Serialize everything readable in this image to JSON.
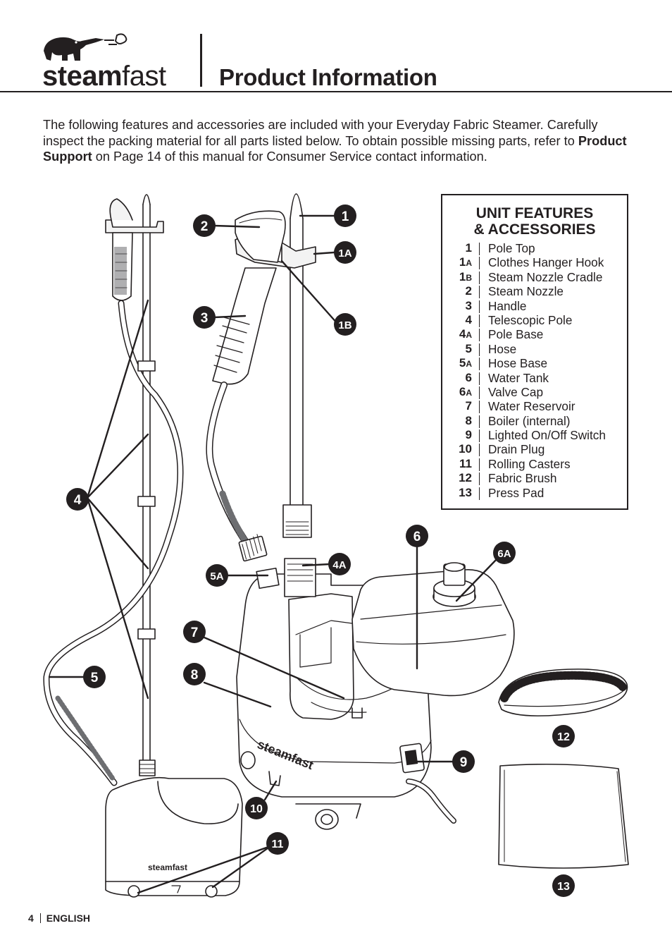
{
  "header": {
    "logo_text_bold": "steam",
    "logo_text_light": "fast",
    "title": "Product Information"
  },
  "intro": {
    "part1": "The following features and accessories are included with your Everyday Fabric Steamer.  Carefully inspect the packing material for all parts listed below.  To obtain possible missing parts, refer to ",
    "bold": "Product Support",
    "part2": " on Page 14 of this manual for Consumer Service contact information."
  },
  "legend": {
    "title_line1": "UNIT FEATURES",
    "title_line2": "& ACCESSORIES",
    "items": [
      {
        "num": "1",
        "suffix": "",
        "label": "Pole Top"
      },
      {
        "num": "1",
        "suffix": "A",
        "label": "Clothes Hanger Hook"
      },
      {
        "num": "1",
        "suffix": "B",
        "label": "Steam Nozzle Cradle"
      },
      {
        "num": "2",
        "suffix": "",
        "label": "Steam Nozzle"
      },
      {
        "num": "3",
        "suffix": "",
        "label": "Handle"
      },
      {
        "num": "4",
        "suffix": "",
        "label": "Telescopic Pole"
      },
      {
        "num": "4",
        "suffix": "A",
        "label": "Pole Base"
      },
      {
        "num": "5",
        "suffix": "",
        "label": "Hose"
      },
      {
        "num": "5",
        "suffix": "A",
        "label": "Hose Base"
      },
      {
        "num": "6",
        "suffix": "",
        "label": "Water Tank"
      },
      {
        "num": "6",
        "suffix": "A",
        "label": "Valve Cap"
      },
      {
        "num": "7",
        "suffix": "",
        "label": "Water Reservoir"
      },
      {
        "num": "8",
        "suffix": "",
        "label": "Boiler (internal)"
      },
      {
        "num": "9",
        "suffix": "",
        "label": "Lighted On/Off Switch"
      },
      {
        "num": "10",
        "suffix": "",
        "label": "Drain Plug"
      },
      {
        "num": "11",
        "suffix": "",
        "label": "Rolling Casters"
      },
      {
        "num": "12",
        "suffix": "",
        "label": "Fabric Brush"
      },
      {
        "num": "13",
        "suffix": "",
        "label": "Press Pad"
      }
    ]
  },
  "callouts": {
    "c1": "1",
    "c1a": "1A",
    "c1b": "1B",
    "c2": "2",
    "c3": "3",
    "c4": "4",
    "c4a": "4A",
    "c5": "5",
    "c5a": "5A",
    "c6": "6",
    "c6a": "6A",
    "c7": "7",
    "c8": "8",
    "c9": "9",
    "c10": "10",
    "c11": "11",
    "c12": "12",
    "c13": "13"
  },
  "product_logo_text": "steamfast",
  "footer": {
    "page_number": "4",
    "language": "ENGLISH"
  },
  "colors": {
    "ink": "#231f20",
    "line_gray": "#6d6e71",
    "fill_light": "#f3f3f3"
  }
}
